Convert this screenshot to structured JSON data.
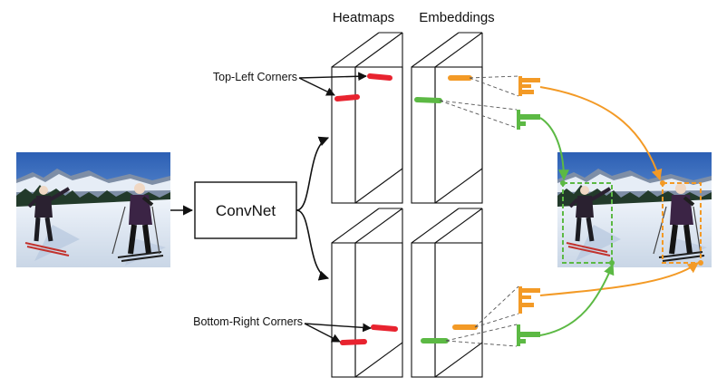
{
  "headers": {
    "heatmaps": "Heatmaps",
    "embeddings": "Embeddings"
  },
  "labels": {
    "top_left": "Top-Left Corners",
    "bottom_right": "Bottom-Right Corners",
    "convnet": "ConvNet"
  },
  "colors": {
    "red": "#e8232f",
    "orange": "#f39a26",
    "green": "#5cb944",
    "line": "#111111",
    "dash": "#555555"
  },
  "images": {
    "input": "skiers-photo",
    "output": "skiers-photo-with-detected-boxes"
  }
}
